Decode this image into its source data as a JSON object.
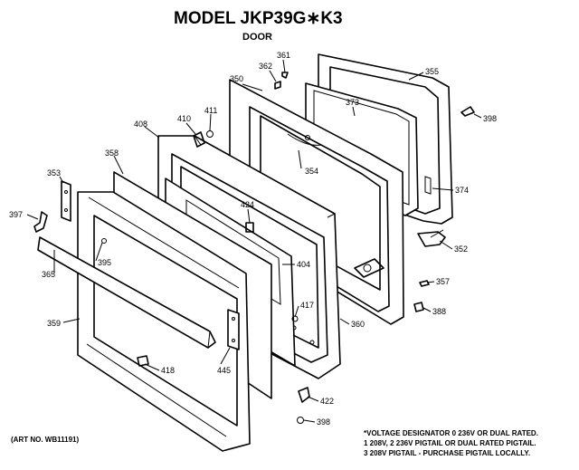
{
  "title": "MODEL JKP39G∗K3",
  "subtitle": "DOOR",
  "art_no": "(ART NO. WB11191)",
  "notes": [
    "*VOLTAGE DESIGNATOR 0 236V OR DUAL RATED.",
    "1 208V, 2 236V  PIGTAIL OR DUAL RATED PIGTAIL.",
    "3 208V  PIGTAIL - PURCHASE PIGTAIL LOCALLY."
  ],
  "callouts": {
    "c350": "350",
    "c361": "361",
    "c362": "362",
    "c355": "355",
    "c373": "373",
    "c398a": "398",
    "c408": "408",
    "c410": "410",
    "c411": "411",
    "c358": "358",
    "c354": "354",
    "c374": "374",
    "c353": "353",
    "c424": "424",
    "c397": "397",
    "c352": "352",
    "c404": "404",
    "c395": "395",
    "c365": "365",
    "c357": "357",
    "c417": "417",
    "c388": "388",
    "c359": "359",
    "c360": "360",
    "c445": "445",
    "c418": "418",
    "c422": "422",
    "c398b": "398"
  }
}
